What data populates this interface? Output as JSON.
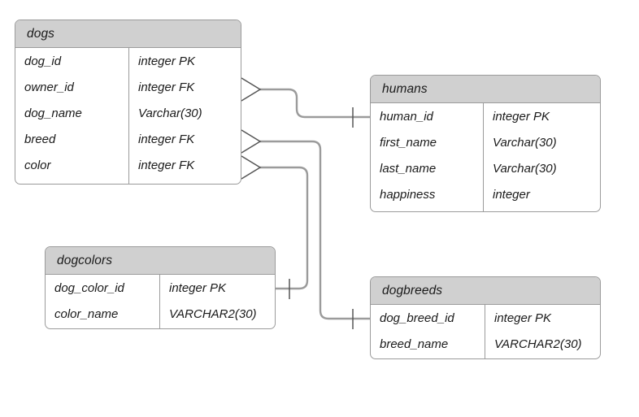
{
  "diagram": {
    "kind": "er-diagram",
    "style": {
      "header_fill": "#d0d0d0",
      "body_fill": "#ffffff",
      "border": "#9b9b9b",
      "edge_stroke": "#9b9b9b",
      "text": "#1a1a1a"
    }
  },
  "entities": [
    {
      "id": "dogs",
      "title": "dogs",
      "columns": [
        {
          "name": "dog_id",
          "type": "integer PK"
        },
        {
          "name": "owner_id",
          "type": "integer FK"
        },
        {
          "name": "dog_name",
          "type": "Varchar(30)"
        },
        {
          "name": "breed",
          "type": "integer FK"
        },
        {
          "name": "color",
          "type": "integer FK"
        }
      ]
    },
    {
      "id": "humans",
      "title": "humans",
      "columns": [
        {
          "name": "human_id",
          "type": "integer PK"
        },
        {
          "name": "first_name",
          "type": "Varchar(30)"
        },
        {
          "name": "last_name",
          "type": "Varchar(30)"
        },
        {
          "name": "happiness",
          "type": "integer"
        }
      ]
    },
    {
      "id": "dogcolors",
      "title": "dogcolors",
      "columns": [
        {
          "name": "dog_color_id",
          "type": "integer PK"
        },
        {
          "name": "color_name",
          "type": "VARCHAR2(30)"
        }
      ]
    },
    {
      "id": "dogbreeds",
      "title": "dogbreeds",
      "columns": [
        {
          "name": "dog_breed_id",
          "type": "integer PK"
        },
        {
          "name": "breed_name",
          "type": "VARCHAR2(30)"
        }
      ]
    }
  ],
  "relationships": [
    {
      "id": "dogs-owner_id-to-humans-human_id",
      "from_entity": "dogs",
      "from_column": "owner_id",
      "from_cardinality": "many",
      "to_entity": "humans",
      "to_column": "human_id",
      "to_cardinality": "one"
    },
    {
      "id": "dogs-breed-to-dogbreeds-dog_breed_id",
      "from_entity": "dogs",
      "from_column": "breed",
      "from_cardinality": "many",
      "to_entity": "dogbreeds",
      "to_column": "dog_breed_id",
      "to_cardinality": "one"
    },
    {
      "id": "dogs-color-to-dogcolors-dog_color_id",
      "from_entity": "dogs",
      "from_column": "color",
      "from_cardinality": "many",
      "to_entity": "dogcolors",
      "to_column": "dog_color_id",
      "to_cardinality": "one"
    }
  ]
}
